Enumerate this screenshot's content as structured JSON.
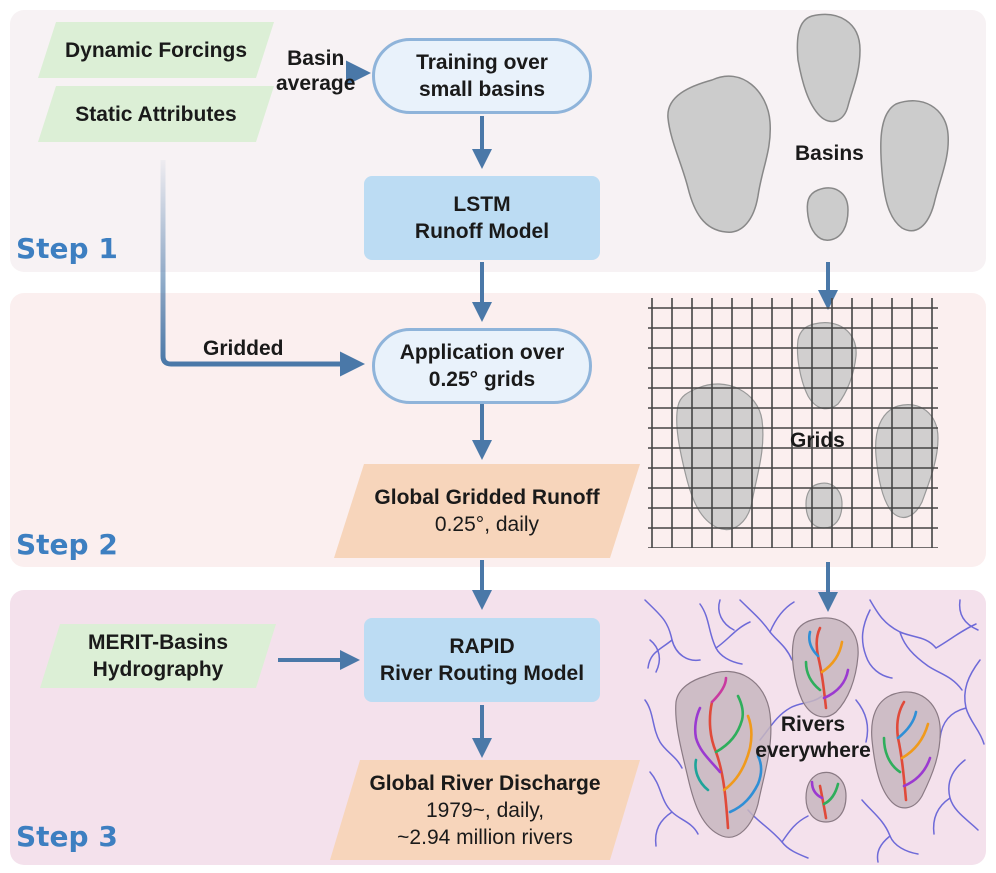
{
  "steps": [
    "Step 1",
    "Step 2",
    "Step 3"
  ],
  "inputs": {
    "dynamic": "Dynamic Forcings",
    "static": "Static Attributes",
    "merit_line1": "MERIT-Basins",
    "merit_line2": "Hydrography"
  },
  "arrow_labels": {
    "basin_line1": "Basin",
    "basin_line2": "average",
    "gridded": "Gridded"
  },
  "processes": {
    "training_line1": "Training over",
    "training_line2": "small basins",
    "lstm_line1": "LSTM",
    "lstm_line2": "Runoff Model",
    "application_line1": "Application over",
    "application_line2": "0.25° grids",
    "rapid_line1": "RAPID",
    "rapid_line2": "River Routing Model"
  },
  "outputs": {
    "runoff_line1": "Global Gridded Runoff",
    "runoff_line2": "0.25°, daily",
    "discharge_line1": "Global River Discharge",
    "discharge_line2": "1979~, daily,",
    "discharge_line3": "~2.94 million rivers"
  },
  "illustration_labels": {
    "basins": "Basins",
    "grids": "Grids",
    "rivers_line1": "Rivers",
    "rivers_line2": "everywhere"
  },
  "colors": {
    "step1_bg": "#f7f2f4",
    "step2_bg": "#fbefef",
    "step3_bg": "#f4e1ec",
    "input_fill": "#dcefd6",
    "process_fill": "#bcdcf3",
    "rounded_fill": "#e9f2fb",
    "rounded_border": "#8fb4da",
    "output_fill": "#f7d5bb",
    "arrow": "#4a78a8",
    "step_text": "#3d7fc1",
    "basin_fill": "#cccccc"
  }
}
